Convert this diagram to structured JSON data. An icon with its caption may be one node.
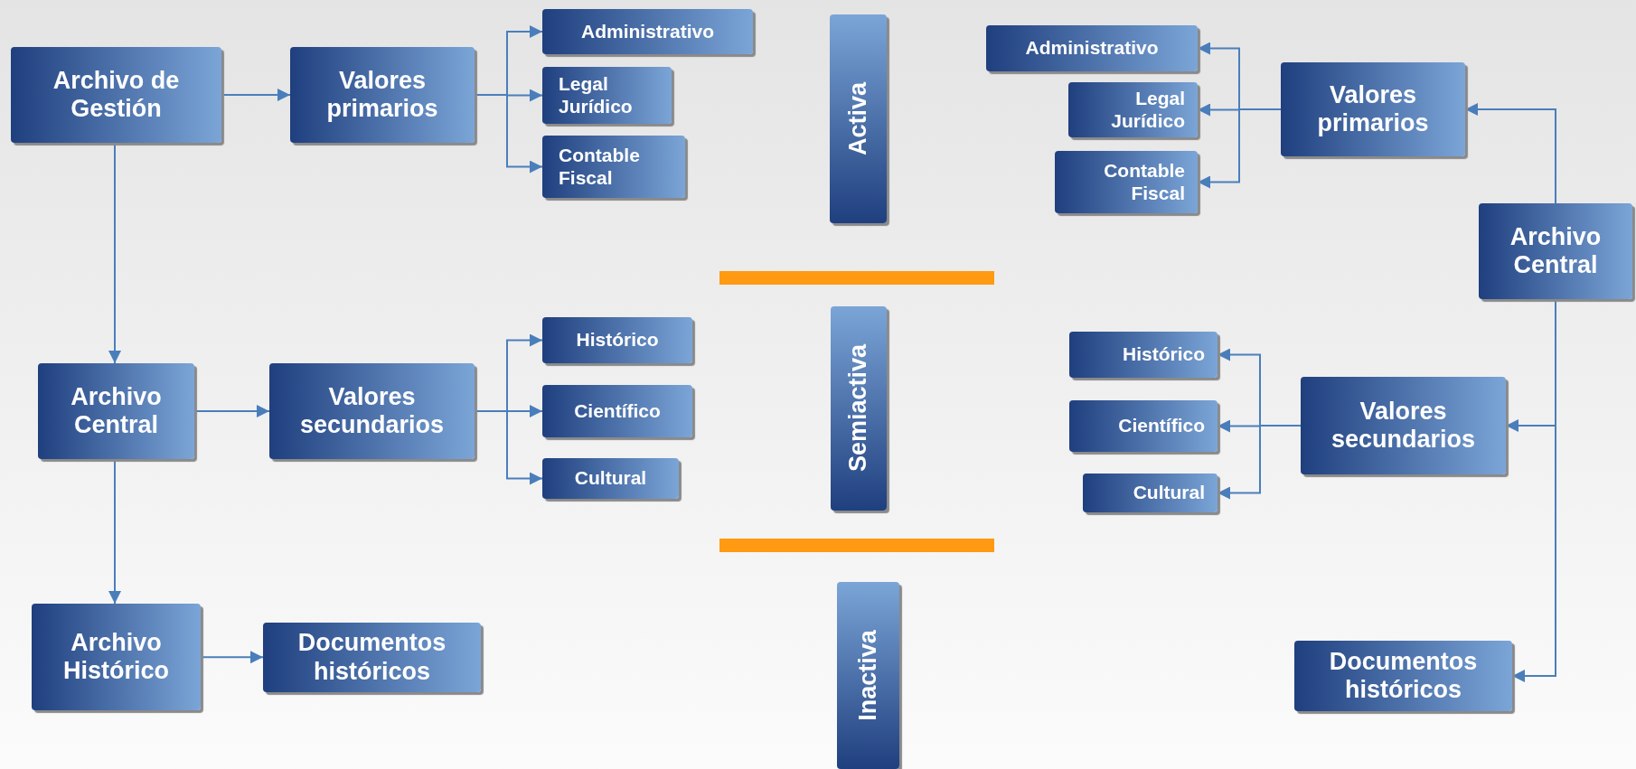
{
  "diagram": {
    "nodes": [
      {
        "text": [
          "Archivo de Gestión"
        ]
      },
      {
        "text": [
          "Valores primarios"
        ]
      },
      {
        "text": [
          "Administrativo"
        ]
      },
      {
        "text": [
          "Legal Jurídico"
        ]
      },
      {
        "text": [
          "Contable Fiscal"
        ]
      },
      {
        "text": [
          "Archivo Central"
        ]
      },
      {
        "text": [
          "Valores secundarios"
        ]
      },
      {
        "text": [
          "Histórico"
        ]
      },
      {
        "text": [
          "Científico"
        ]
      },
      {
        "text": [
          "Cultural"
        ]
      },
      {
        "text": [
          "Archivo Histórico"
        ]
      },
      {
        "text": [
          "Documentos históricos"
        ]
      },
      {
        "text": [
          "Activa"
        ]
      },
      {
        "text": [
          "Semiactiva"
        ]
      },
      {
        "text": [
          "Inactiva"
        ]
      },
      {
        "text": [
          "Valores primarios"
        ]
      },
      {
        "text": [
          "Administrativo"
        ]
      },
      {
        "text": [
          "Legal Jurídico"
        ]
      },
      {
        "text": [
          "Contable Fiscal"
        ]
      },
      {
        "text": [
          "Archivo Central"
        ]
      },
      {
        "text": [
          "Valores secundarios"
        ]
      },
      {
        "text": [
          "Histórico"
        ]
      },
      {
        "text": [
          "Científico"
        ]
      },
      {
        "text": [
          "Cultural"
        ]
      },
      {
        "text": [
          "Documentos históricos"
        ]
      },
      {
        "text": [],
        "shape": "bar"
      },
      {
        "text": [],
        "shape": "bar"
      }
    ],
    "edges": [
      {
        "from": 0,
        "to": 1,
        "arrow": "to"
      },
      {
        "from": 1,
        "to": 2,
        "arrow": "to"
      },
      {
        "from": 1,
        "to": 3,
        "arrow": "to"
      },
      {
        "from": 1,
        "to": 4,
        "arrow": "to"
      },
      {
        "from": 0,
        "to": 5,
        "arrow": "to"
      },
      {
        "from": 5,
        "to": 6,
        "arrow": "to"
      },
      {
        "from": 6,
        "to": 7,
        "arrow": "to"
      },
      {
        "from": 6,
        "to": 8,
        "arrow": "to"
      },
      {
        "from": 6,
        "to": 9,
        "arrow": "to"
      },
      {
        "from": 5,
        "to": 10,
        "arrow": "to"
      },
      {
        "from": 10,
        "to": 11,
        "arrow": "to"
      },
      {
        "from": 19,
        "to": 15,
        "arrow": "to"
      },
      {
        "from": 15,
        "to": 16,
        "arrow": "to"
      },
      {
        "from": 15,
        "to": 17,
        "arrow": "to"
      },
      {
        "from": 15,
        "to": 18,
        "arrow": "to"
      },
      {
        "from": 19,
        "to": 20,
        "arrow": "to"
      },
      {
        "from": 20,
        "to": 21,
        "arrow": "to"
      },
      {
        "from": 20,
        "to": 22,
        "arrow": "to"
      },
      {
        "from": 20,
        "to": 23,
        "arrow": "to"
      },
      {
        "from": 19,
        "to": 24,
        "arrow": "to"
      }
    ]
  }
}
